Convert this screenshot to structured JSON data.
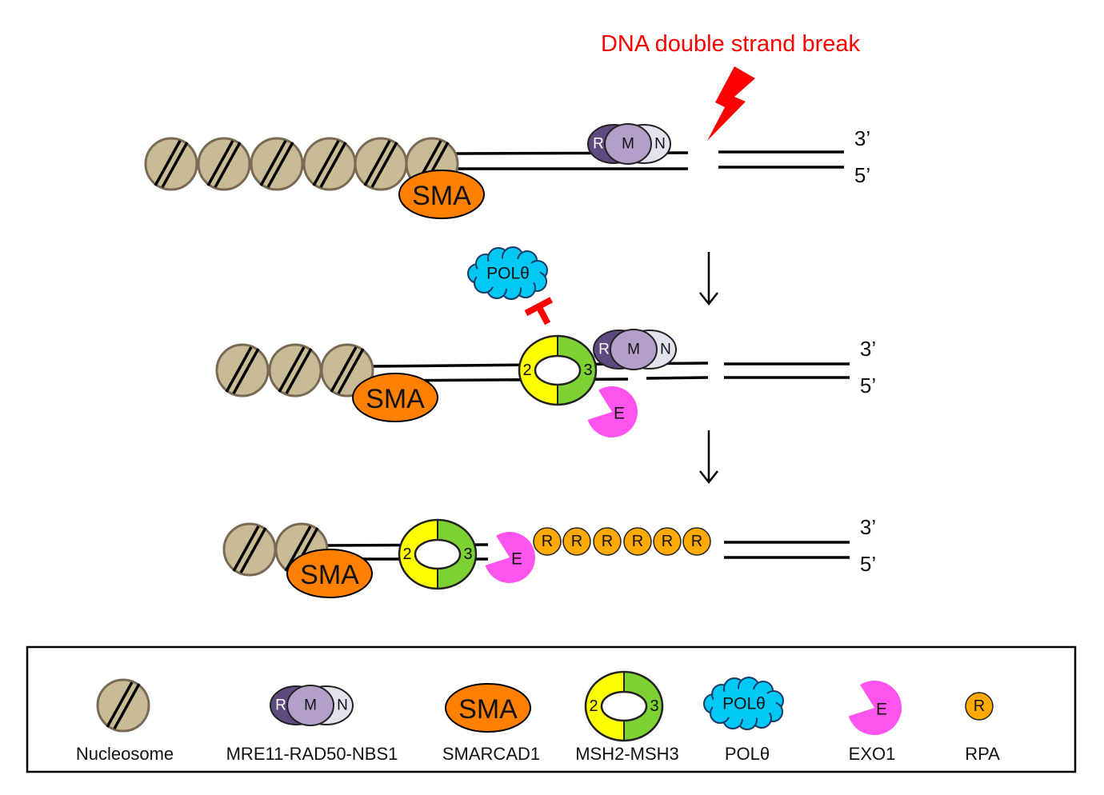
{
  "title": "DNA double strand break",
  "strand_labels": {
    "three_prime": "3’",
    "five_prime": "5’"
  },
  "components": {
    "rad50": "R",
    "mre11": "M",
    "nbs1": "N",
    "smarcad1": "SMA",
    "msh2": "2",
    "msh3": "3",
    "exo1": "E",
    "polq": "POLθ",
    "rpa": "R"
  },
  "legend": {
    "items": [
      {
        "label": "Nucleosome"
      },
      {
        "label": "MRE11-RAD50-NBS1"
      },
      {
        "label": "SMARCAD1"
      },
      {
        "label": "MSH2-MSH3"
      },
      {
        "label": "POLθ"
      },
      {
        "label": "EXO1"
      },
      {
        "label": "RPA"
      }
    ]
  },
  "colors": {
    "break": "#ff0000",
    "nucleosome": "#c9bb96",
    "smarcad1": "#ff8000",
    "rad50": "#5f4a80",
    "mre11": "#b49fca",
    "nbs1": "#e6e1ee",
    "msh2": "#ffff00",
    "msh3": "#7ed132",
    "exo1": "#ff55ee",
    "polq": "#00c8f5",
    "rpa": "#ffaa00"
  }
}
